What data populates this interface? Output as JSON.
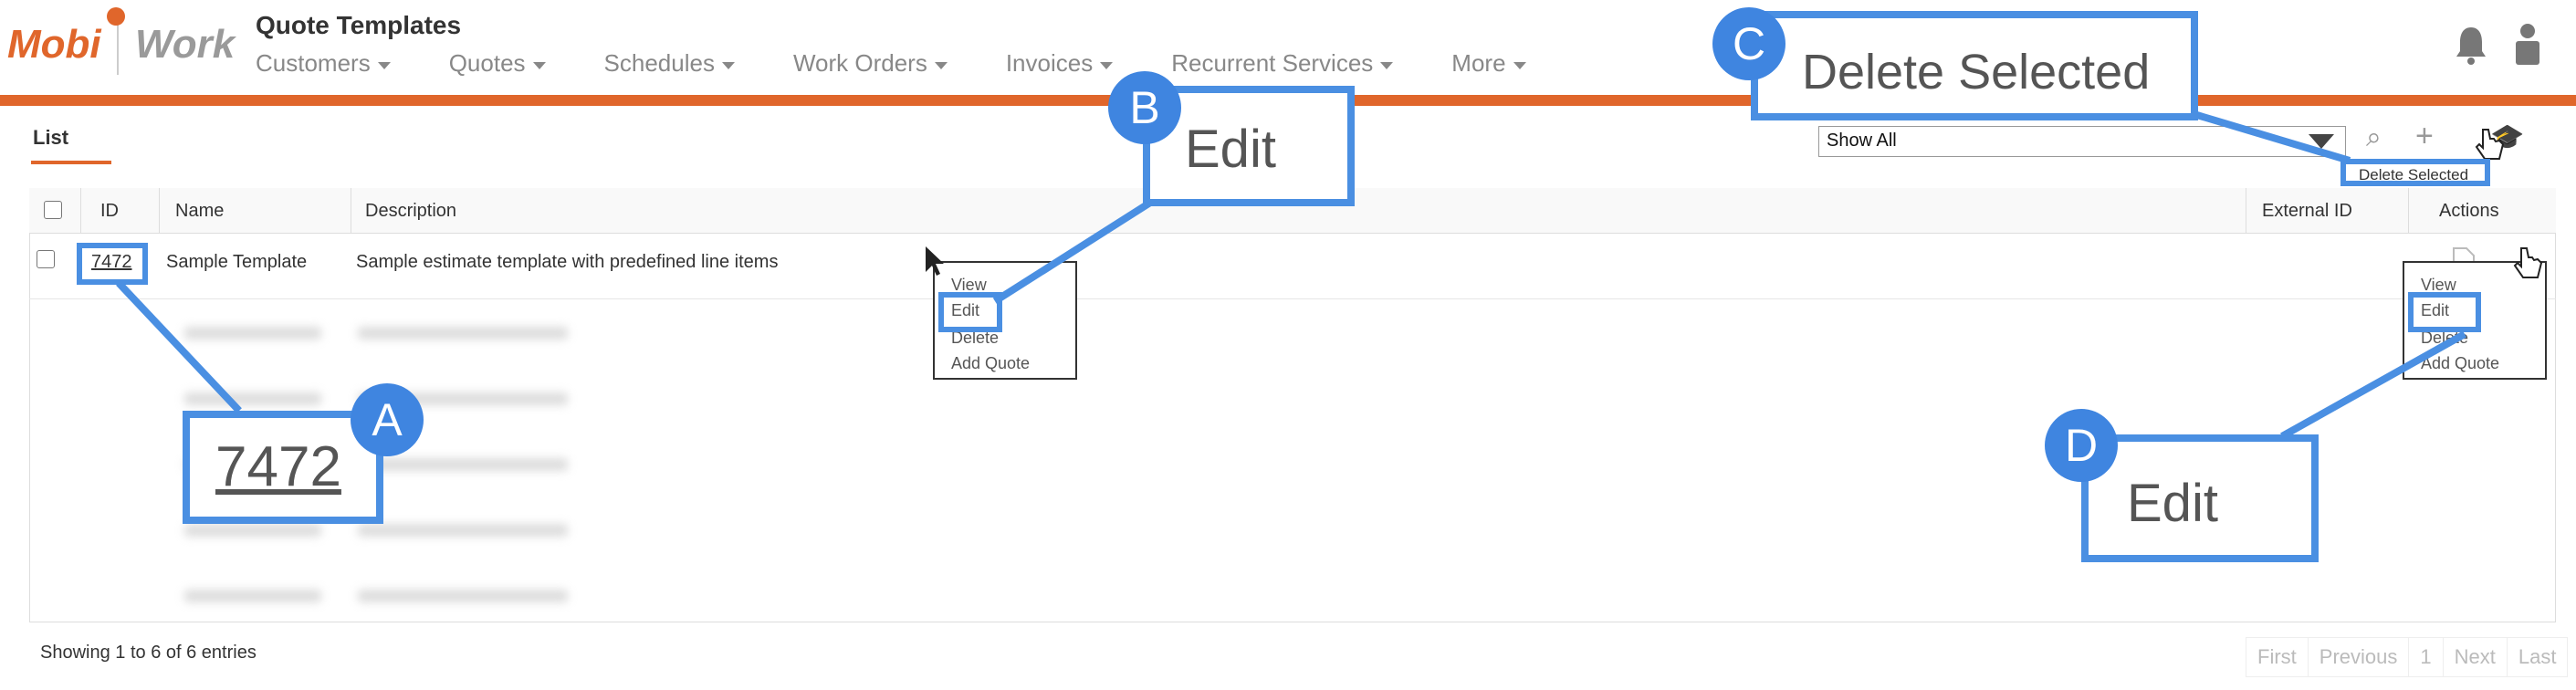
{
  "app": {
    "logo_left": "Mobi",
    "logo_right": "Work",
    "page_title": "Quote Templates"
  },
  "nav": [
    {
      "label": "Customers"
    },
    {
      "label": "Quotes"
    },
    {
      "label": "Schedules"
    },
    {
      "label": "Work Orders"
    },
    {
      "label": "Invoices"
    },
    {
      "label": "Recurrent Services"
    },
    {
      "label": "More"
    }
  ],
  "tabs": {
    "list": "List"
  },
  "filter": {
    "selected": "Show All"
  },
  "toolbar": {
    "delete_selected_tooltip": "Delete Selected"
  },
  "table": {
    "headers": {
      "id": "ID",
      "name": "Name",
      "description": "Description",
      "external_id": "External ID",
      "actions": "Actions"
    },
    "rows": [
      {
        "id": "7472",
        "name": "Sample Template",
        "description": "Sample estimate template with predefined line items",
        "external_id": ""
      }
    ]
  },
  "context_menu": {
    "view": "View",
    "edit": "Edit",
    "delete": "Delete",
    "add_quote": "Add Quote"
  },
  "footer": {
    "showing": "Showing 1 to 6 of 6 entries",
    "pager": {
      "first": "First",
      "previous": "Previous",
      "page": "1",
      "next": "Next",
      "last": "Last"
    }
  },
  "annotations": {
    "A": {
      "badge": "A",
      "text": "7472"
    },
    "B": {
      "badge": "B",
      "text": "Edit"
    },
    "C": {
      "badge": "C",
      "text": "Delete Selected"
    },
    "D": {
      "badge": "D",
      "text": "Edit"
    }
  },
  "colors": {
    "brand_orange": "#e0662b",
    "annotation_blue": "#4a8fe2"
  }
}
